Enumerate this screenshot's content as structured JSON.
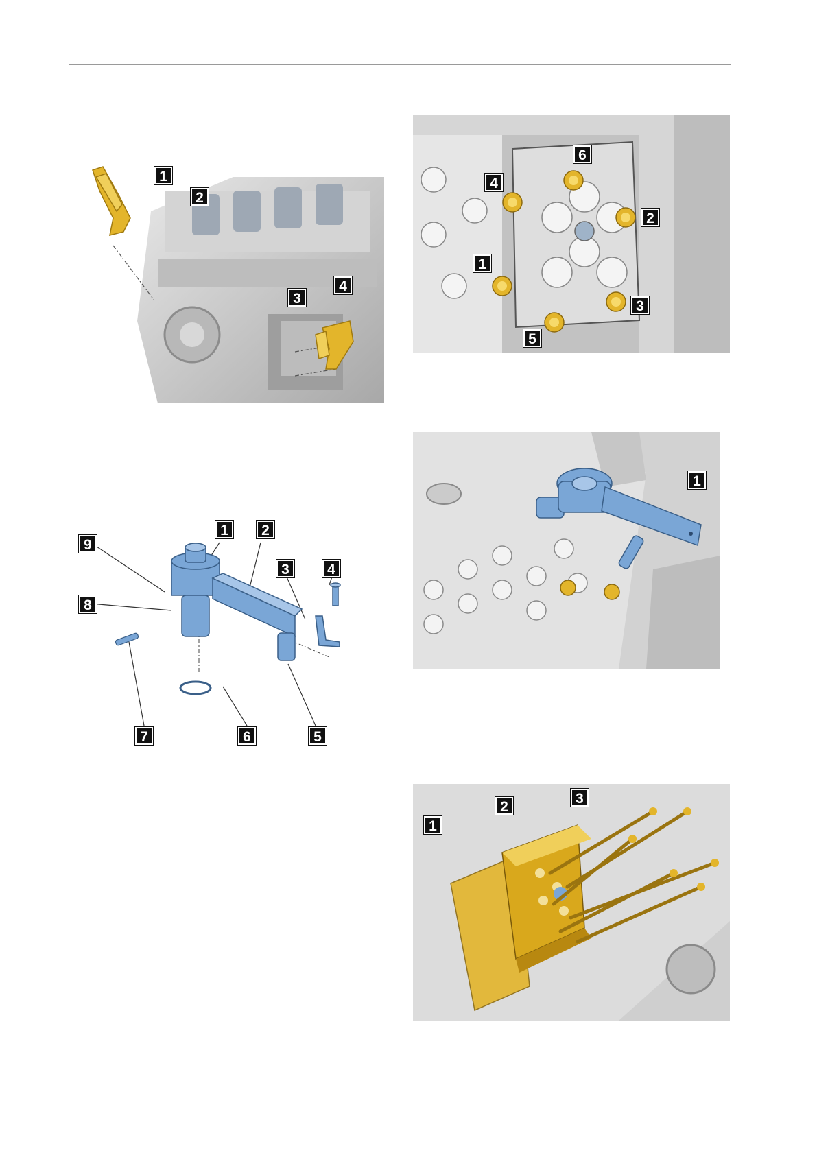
{
  "colors": {
    "rule": "#9a9a9a",
    "engine_grey": "#c9c9c9",
    "part_gold": "#e3b52b",
    "tool_blue": "#7aa6d6",
    "callout_bg": "#111111"
  },
  "figures": [
    {
      "id": "fig-cam-cover-removal",
      "callouts": [
        "1",
        "2",
        "3",
        "4"
      ]
    },
    {
      "id": "fig-bolt-sequence",
      "callouts": [
        "6",
        "4",
        "2",
        "1",
        "3",
        "5"
      ]
    },
    {
      "id": "fig-tool-exploded",
      "callouts": [
        "1",
        "2",
        "9",
        "3",
        "4",
        "8",
        "7",
        "6",
        "5"
      ]
    },
    {
      "id": "fig-tool-installed",
      "callouts": [
        "1"
      ]
    },
    {
      "id": "fig-cylinder-head-removal",
      "callouts": [
        "3",
        "2",
        "1"
      ]
    }
  ]
}
